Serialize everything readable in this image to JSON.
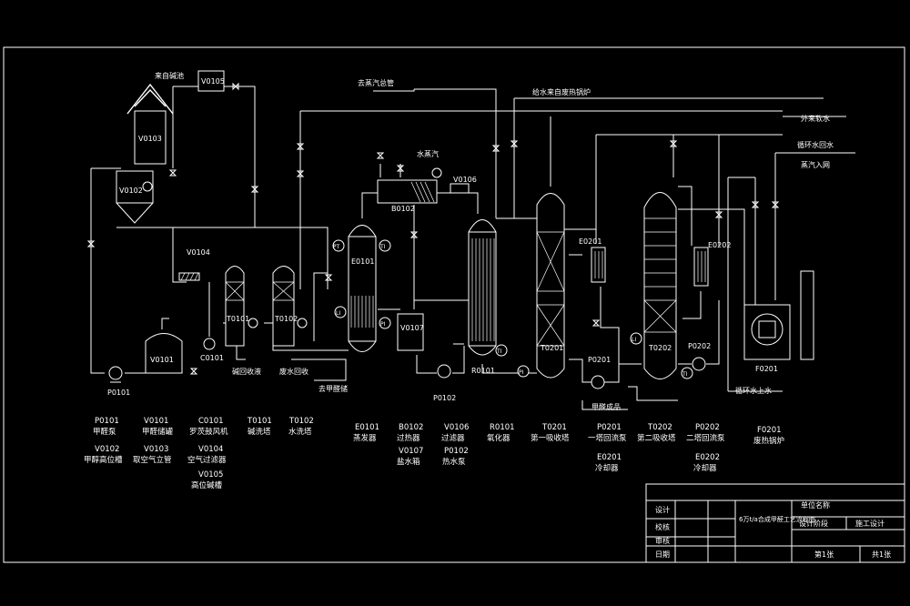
{
  "diagram_title": "6万t/a合成甲醛工艺流程图",
  "stream_labels": {
    "from_alkali": "来自碱池",
    "to_steam_pipe": "去蒸汽总管",
    "boiler_feed_water": "给水来自废热锅炉",
    "soft_water_in": "外来软水",
    "cooling_water_return": "循环水回水",
    "steam_in": "蒸汽入网",
    "water_steam": "水蒸汽",
    "to_alkali_recovery": "碱回收液",
    "thin_water_recovery": "废水回收",
    "to_formalin_store": "去甲醛储",
    "formaldehyde_product": "甲醛成品",
    "cooling_water_supply": "循环水上水"
  },
  "equipment_tags": {
    "V0105": "V0105",
    "V0103": "V0103",
    "V0102": "V0102",
    "V0104": "V0104",
    "V0101": "V0101",
    "P0101": "P0101",
    "C0101": "C0101",
    "T0101": "T0101",
    "T0102": "T0102",
    "E0101": "E0101",
    "B0102": "B0102",
    "V0106": "V0106",
    "V0107": "V0107",
    "P0102": "P0102",
    "R0101": "R0101",
    "T0201": "T0201",
    "E0201": "E0201",
    "P0201": "P0201",
    "T0202": "T0202",
    "E0202": "E0202",
    "P0202": "P0202",
    "F0201": "F0201"
  },
  "instrument_tags": [
    "PT",
    "TI",
    "LI",
    "PI",
    "TI",
    "PI",
    "LI",
    "TI"
  ],
  "legend": [
    {
      "tag": "P0101",
      "name": "甲醛泵"
    },
    {
      "tag": "V0101",
      "name": "甲醛储罐"
    },
    {
      "tag": "C0101",
      "name": "罗茨鼓风机"
    },
    {
      "tag": "T0101",
      "name": "碱洗塔"
    },
    {
      "tag": "T0102",
      "name": "水洗塔"
    },
    {
      "tag": "V0102",
      "name": "甲醇高位槽"
    },
    {
      "tag": "V0103",
      "name": "取空气立管"
    },
    {
      "tag": "V0104",
      "name": "空气过滤器"
    },
    {
      "tag": "V0105",
      "name": "高位碱槽"
    },
    {
      "tag": "E0101",
      "name": "蒸发器"
    },
    {
      "tag": "B0102",
      "name": "过热器"
    },
    {
      "tag": "V0106",
      "name": "过滤器"
    },
    {
      "tag": "V0107",
      "name": "盐水箱"
    },
    {
      "tag": "P0102",
      "name": "热水泵"
    },
    {
      "tag": "R0101",
      "name": "氧化器"
    },
    {
      "tag": "T0201",
      "name": "第一吸收塔"
    },
    {
      "tag": "P0201",
      "name": "一塔回流泵"
    },
    {
      "tag": "E0201",
      "name": "冷却器"
    },
    {
      "tag": "T0202",
      "name": "第二吸收塔"
    },
    {
      "tag": "P0202",
      "name": "二塔回流泵"
    },
    {
      "tag": "E0202",
      "name": "冷却器"
    },
    {
      "tag": "F0201",
      "name": "废热锅炉"
    }
  ],
  "title_block": {
    "design": "设计",
    "check": "校核",
    "review": "审核",
    "date": "日期",
    "unit_name": "单位名称",
    "design_stage": "设计阶段",
    "stage_value": "施工设计",
    "sheet": "第1张",
    "total": "共1张"
  }
}
